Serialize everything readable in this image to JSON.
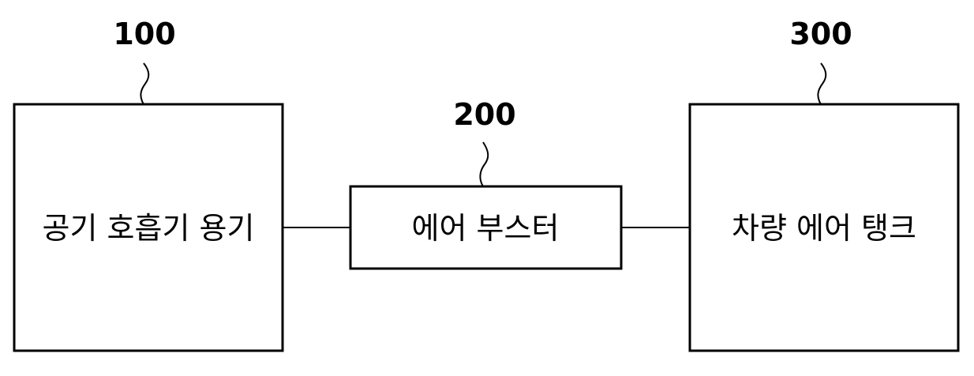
{
  "blocks": [
    {
      "ref": "100",
      "label": "공기 호흡기 용기"
    },
    {
      "ref": "200",
      "label": "에어 부스터"
    },
    {
      "ref": "300",
      "label": "차량 에어 탱크"
    }
  ]
}
